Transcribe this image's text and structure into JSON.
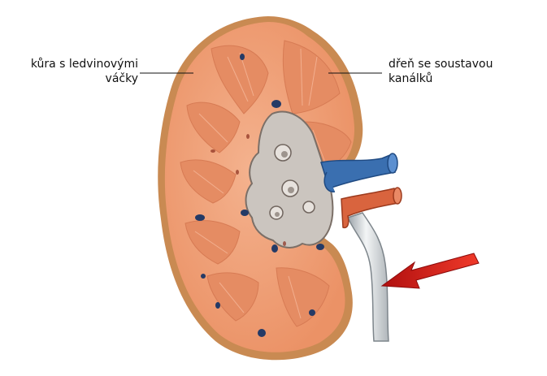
{
  "labels": {
    "cortex": {
      "line1": "kůra s ledvinovými",
      "line2": "váčky"
    },
    "medulla": {
      "line1": "dřeň se soustavou",
      "line2": "kanálků"
    }
  },
  "colors": {
    "capsule": "#c98a52",
    "cortex": "#f1a57c",
    "pyramid": "#e9926b",
    "pelvis": "#cfcac4",
    "vein": "#3a6fb0",
    "artery": "#d9643e",
    "ureter": "#d8dde0",
    "arrow": "#d81d1d",
    "vessel_dot": "#243a66"
  },
  "icons": {
    "pointer": "red-arrow-icon"
  }
}
